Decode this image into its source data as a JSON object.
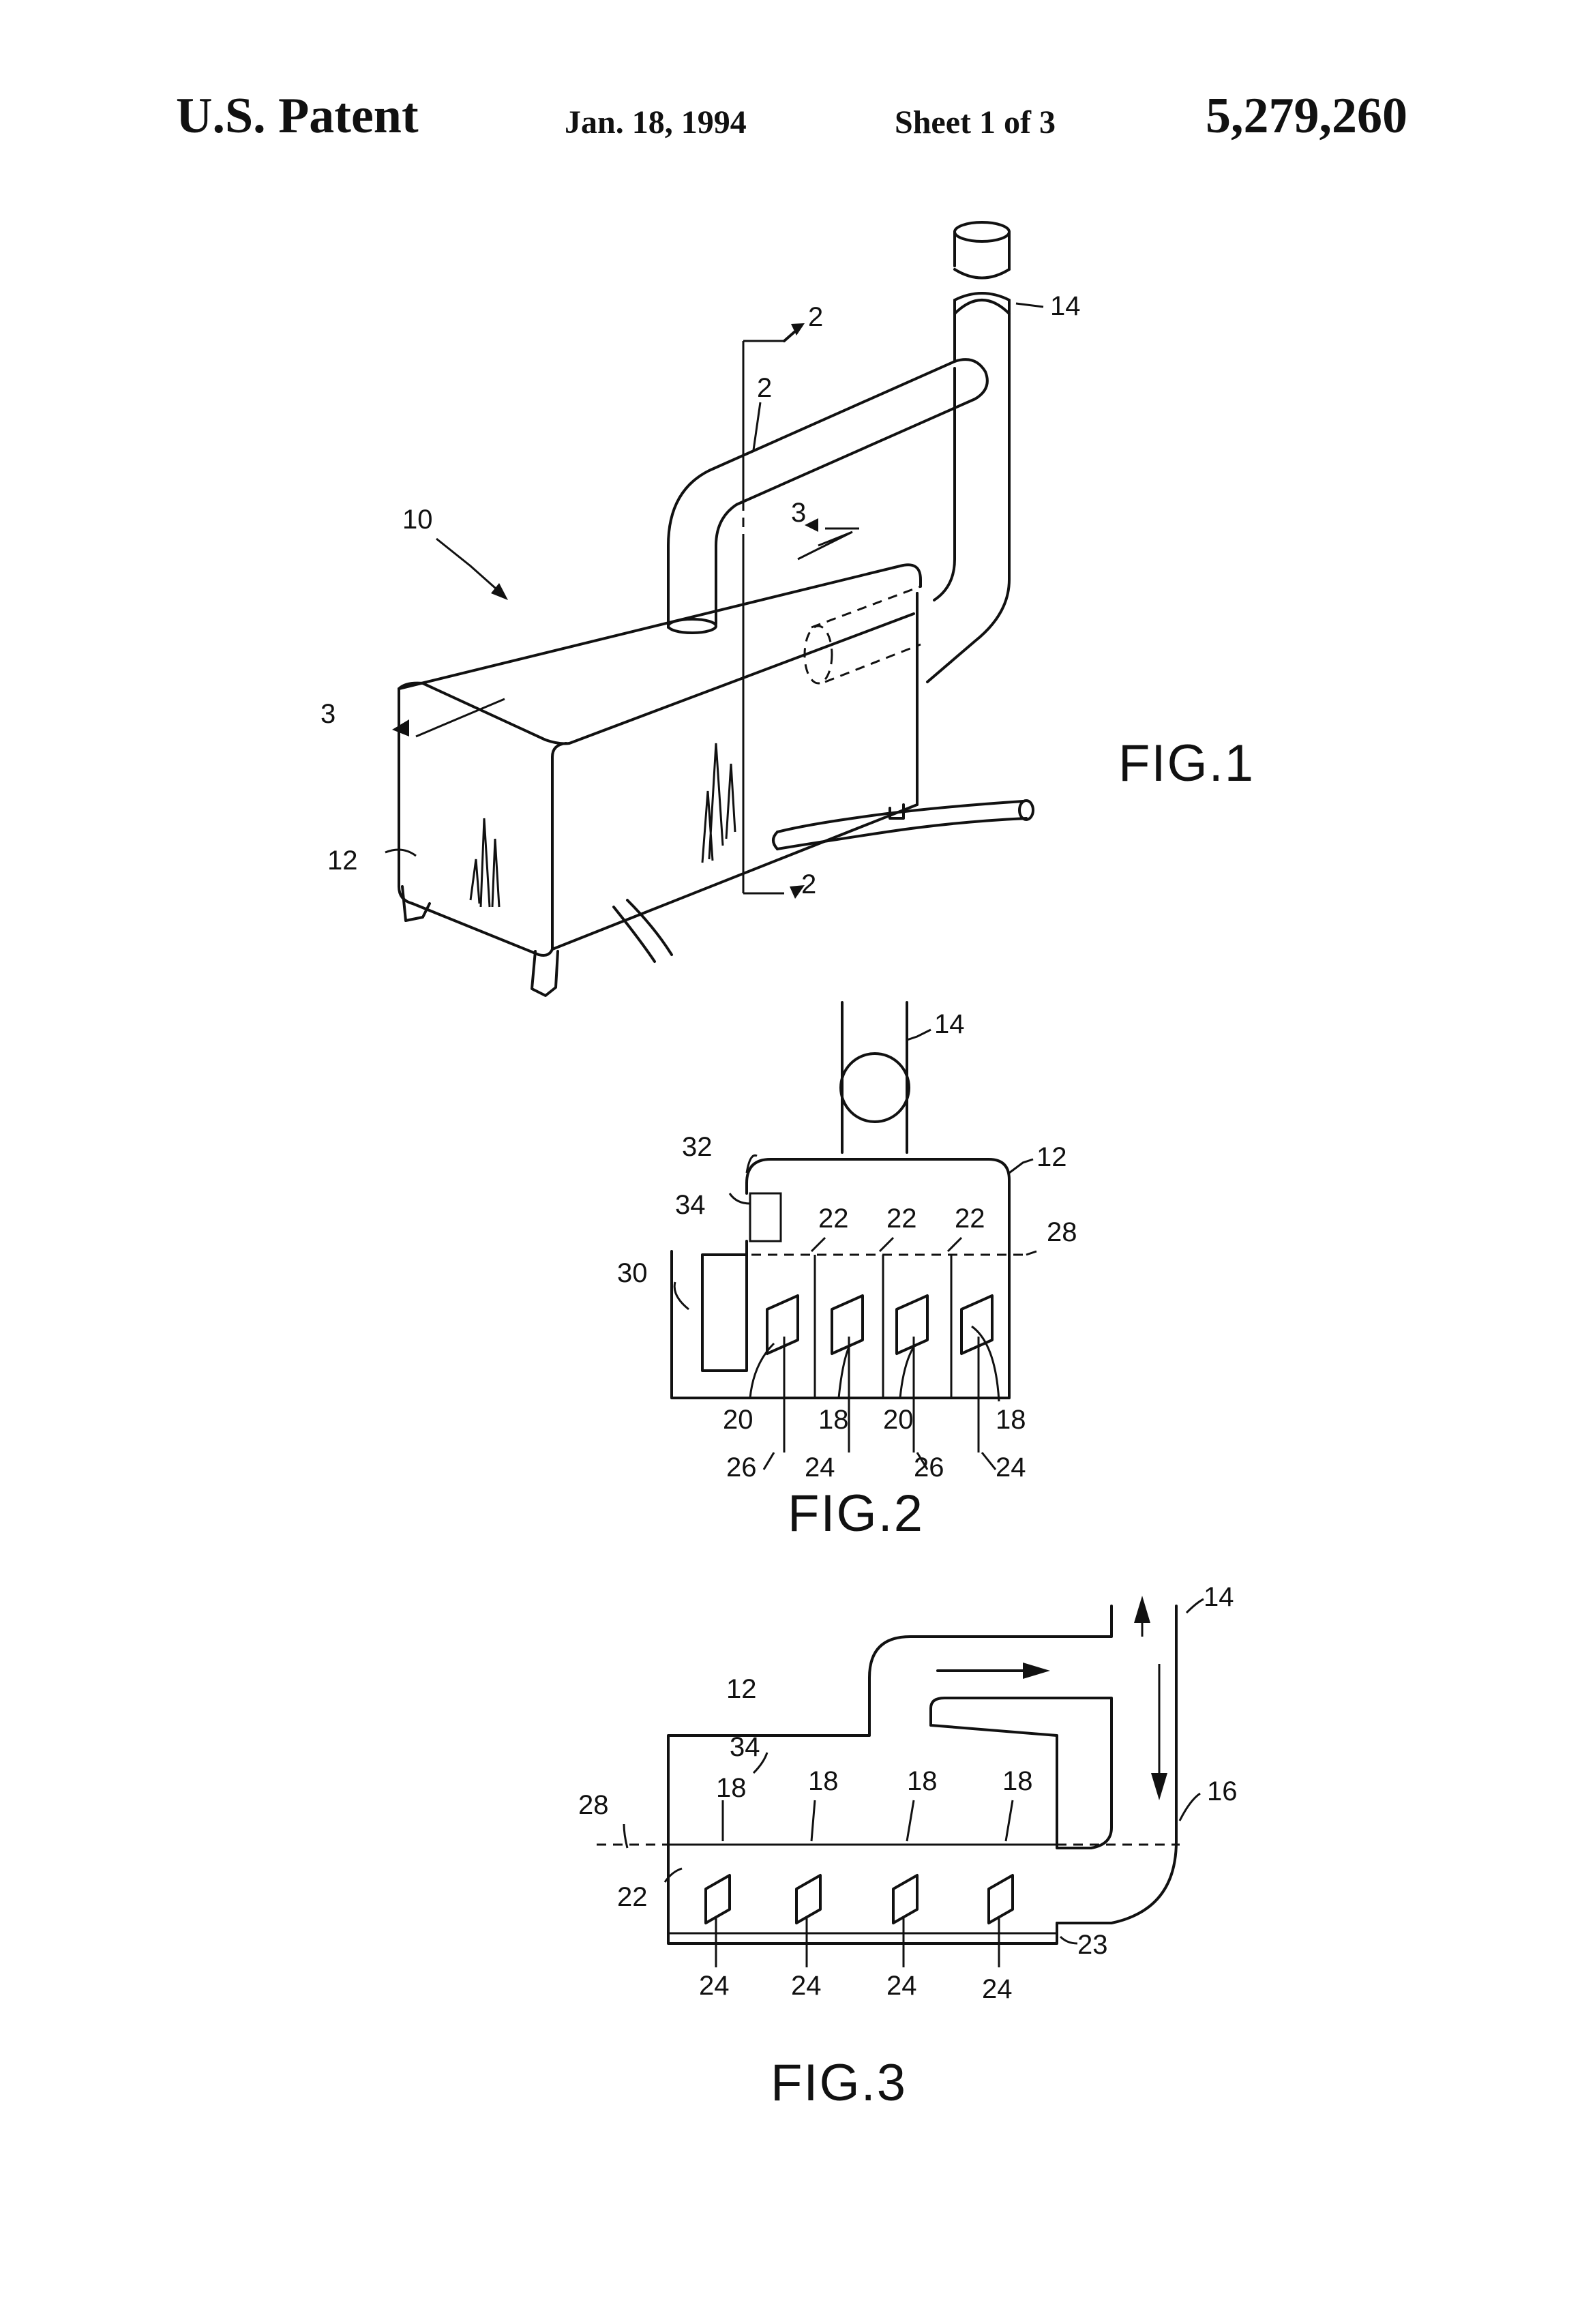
{
  "header": {
    "left": "U.S. Patent",
    "date": "Jan. 18, 1994",
    "sheet": "Sheet 1 of 3",
    "number": "5,279,260"
  },
  "fig1": {
    "title": "FIG.1",
    "labels": {
      "l10": "10",
      "l12": "12",
      "l14": "14",
      "l2a": "2",
      "l2b": "2",
      "l2c": "2",
      "l3a": "3",
      "l3b": "3"
    }
  },
  "fig2": {
    "title": "FIG.2",
    "labels": {
      "l14": "14",
      "l12": "12",
      "l32": "32",
      "l34": "34",
      "l30": "30",
      "l28": "28",
      "l22a": "22",
      "l22b": "22",
      "l22c": "22",
      "l20a": "20",
      "l18a": "18",
      "l20b": "20",
      "l18b": "18",
      "l26a": "26",
      "l24a": "24",
      "l26b": "26",
      "l24b": "24"
    }
  },
  "fig3": {
    "title": "FIG.3",
    "labels": {
      "l14": "14",
      "l16": "16",
      "l12": "12",
      "l34": "34",
      "l28": "28",
      "l22": "22",
      "l23": "23",
      "l18a": "18",
      "l18b": "18",
      "l18c": "18",
      "l18d": "18",
      "l24a": "24",
      "l24b": "24",
      "l24c": "24",
      "l24d": "24"
    }
  }
}
